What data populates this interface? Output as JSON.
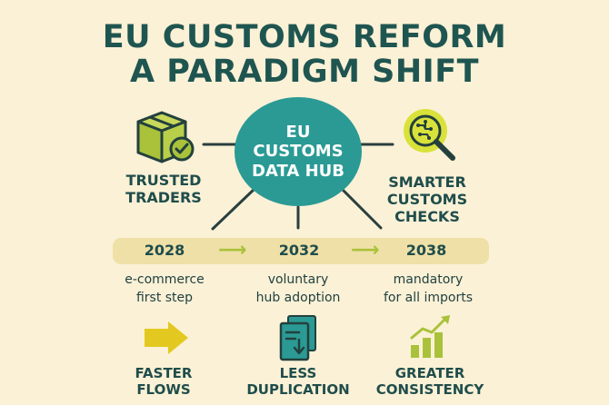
{
  "title": {
    "line1": "EU CUSTOMS REFORM",
    "line2": "A PARADIGM SHIFT"
  },
  "hub": {
    "line1": "EU",
    "line2": "CUSTOMS",
    "line3": "DATA HUB"
  },
  "left_node": {
    "icon": "package-check-icon",
    "line1": "TRUSTED",
    "line2": "TRADERS"
  },
  "right_node": {
    "icon": "magnifier-circuit-icon",
    "line1": "SMARTER",
    "line2": "CUSTOMS",
    "line3": "CHECKS"
  },
  "timeline": {
    "steps": [
      {
        "year": "2028",
        "desc1": "e-commerce",
        "desc2": "first step"
      },
      {
        "year": "2032",
        "desc1": "voluntary",
        "desc2": "hub adoption"
      },
      {
        "year": "2038",
        "desc1": "mandatory",
        "desc2": "for all imports"
      }
    ],
    "arrow_icon": "arrow-right-icon"
  },
  "benefits": [
    {
      "icon": "arrow-right-icon",
      "line1": "FASTER",
      "line2": "FLOWS"
    },
    {
      "icon": "document-icon",
      "line1": "LESS",
      "line2": "DUPLICATION"
    },
    {
      "icon": "bar-chart-growth-icon",
      "line1": "GREATER",
      "line2": "CONSISTENCY"
    }
  ],
  "colors": {
    "background": "#fbf1d6",
    "hub": "#2b9a95",
    "title": "#1f5550",
    "accent_lime": "#a9c23a",
    "accent_yellow": "#e3c91f",
    "timeline_band": "#efe0a8"
  }
}
